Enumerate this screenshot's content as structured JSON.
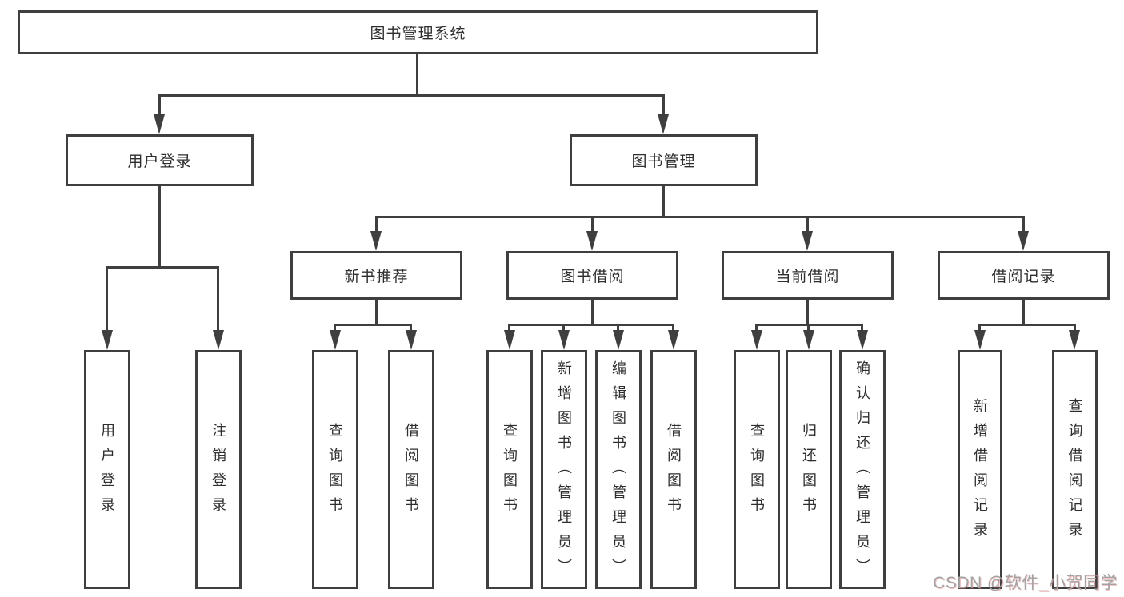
{
  "tree": {
    "root": {
      "label": "图书管理系统"
    },
    "branches": [
      {
        "label": "用户登录",
        "children": [
          {
            "label": "用户登录"
          },
          {
            "label": "注销登录"
          }
        ]
      },
      {
        "label": "图书管理"
      }
    ],
    "modules": [
      {
        "label": "新书推荐",
        "children": [
          {
            "label": "查询图书"
          },
          {
            "label": "借阅图书"
          }
        ]
      },
      {
        "label": "图书借阅",
        "children": [
          {
            "label": "查询图书"
          },
          {
            "label": "新增图书（管理员）"
          },
          {
            "label": "编辑图书（管理员）"
          },
          {
            "label": "借阅图书"
          }
        ]
      },
      {
        "label": "当前借阅",
        "children": [
          {
            "label": "查询图书"
          },
          {
            "label": "归还图书"
          },
          {
            "label": "确认归还（管理员）"
          }
        ]
      },
      {
        "label": "借阅记录",
        "children": [
          {
            "label": "新增借阅记录"
          },
          {
            "label": "查询借阅记录"
          }
        ]
      }
    ],
    "colors": {
      "line": "#3f3f3f",
      "box_bg": "#ffffff",
      "text": "#2e2e2e"
    }
  },
  "watermark": {
    "text": "CSDN @软件_小贺同学",
    "color": "#a3a3a3"
  }
}
